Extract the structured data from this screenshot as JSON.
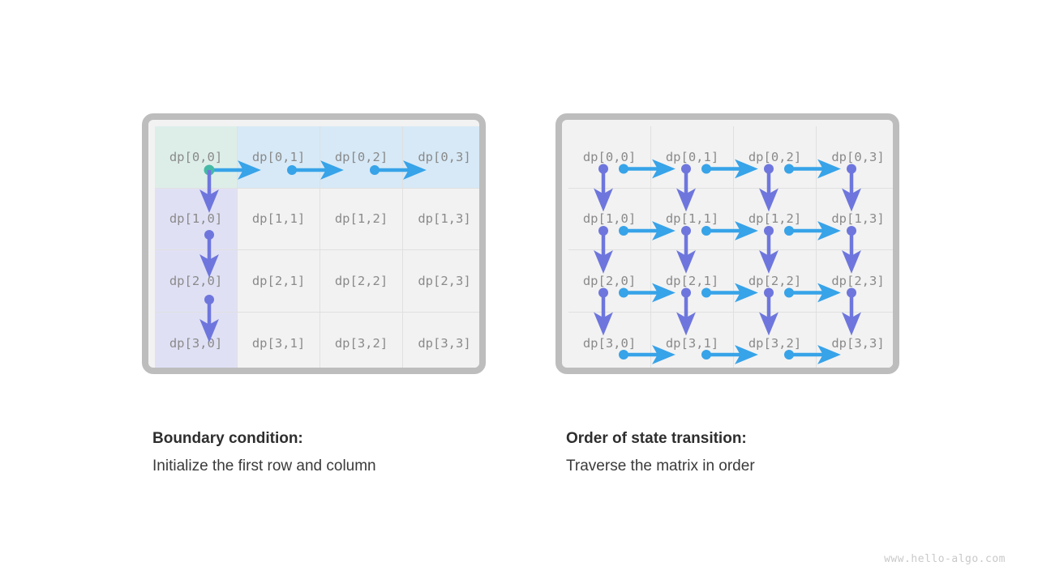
{
  "page": {
    "background": "#ffffff",
    "watermark": "www.hello-algo.com"
  },
  "colors": {
    "frame": "#bdbdbd",
    "cell_bg": "#f2f2f2",
    "cell_divider": "#e0e0e0",
    "cell_text": "#8a8a8a",
    "tint_origin": "#ddeee9",
    "tint_first_row": "#d7e9f7",
    "tint_first_col": "#e0e0f5",
    "arrow_horizontal": "#37a3e8",
    "arrow_vertical": "#6e76dd",
    "dot_origin": "#45b9a6",
    "caption_title": "#2e2e2e",
    "caption_body": "#3a3a3a",
    "watermark": "#c9c9c9"
  },
  "panels": [
    {
      "id": "boundary-condition",
      "grid": {
        "rows": 4,
        "cols": 4,
        "cells": [
          [
            {
              "label": "dp[0,0]",
              "tint": "origin"
            },
            {
              "label": "dp[0,1]",
              "tint": "row"
            },
            {
              "label": "dp[0,2]",
              "tint": "row"
            },
            {
              "label": "dp[0,3]",
              "tint": "row"
            }
          ],
          [
            {
              "label": "dp[1,0]",
              "tint": "col"
            },
            {
              "label": "dp[1,1]",
              "tint": "none"
            },
            {
              "label": "dp[1,2]",
              "tint": "none"
            },
            {
              "label": "dp[1,3]",
              "tint": "none"
            }
          ],
          [
            {
              "label": "dp[2,0]",
              "tint": "col"
            },
            {
              "label": "dp[2,1]",
              "tint": "none"
            },
            {
              "label": "dp[2,2]",
              "tint": "none"
            },
            {
              "label": "dp[2,3]",
              "tint": "none"
            }
          ],
          [
            {
              "label": "dp[3,0]",
              "tint": "col"
            },
            {
              "label": "dp[3,1]",
              "tint": "none"
            },
            {
              "label": "dp[3,2]",
              "tint": "none"
            },
            {
              "label": "dp[3,3]",
              "tint": "none"
            }
          ]
        ]
      },
      "caption": {
        "title": "Boundary condition:",
        "body": "Initialize the first row and column"
      }
    },
    {
      "id": "state-transition-order",
      "grid": {
        "rows": 4,
        "cols": 4,
        "cells": [
          [
            {
              "label": "dp[0,0]",
              "tint": "none"
            },
            {
              "label": "dp[0,1]",
              "tint": "none"
            },
            {
              "label": "dp[0,2]",
              "tint": "none"
            },
            {
              "label": "dp[0,3]",
              "tint": "none"
            }
          ],
          [
            {
              "label": "dp[1,0]",
              "tint": "none"
            },
            {
              "label": "dp[1,1]",
              "tint": "none"
            },
            {
              "label": "dp[1,2]",
              "tint": "none"
            },
            {
              "label": "dp[1,3]",
              "tint": "none"
            }
          ],
          [
            {
              "label": "dp[2,0]",
              "tint": "none"
            },
            {
              "label": "dp[2,1]",
              "tint": "none"
            },
            {
              "label": "dp[2,2]",
              "tint": "none"
            },
            {
              "label": "dp[2,3]",
              "tint": "none"
            }
          ],
          [
            {
              "label": "dp[3,0]",
              "tint": "none"
            },
            {
              "label": "dp[3,1]",
              "tint": "none"
            },
            {
              "label": "dp[3,2]",
              "tint": "none"
            },
            {
              "label": "dp[3,3]",
              "tint": "none"
            }
          ]
        ]
      },
      "caption": {
        "title": "Order of state transition:",
        "body": "Traverse the matrix in order"
      }
    }
  ],
  "arrows": {
    "left_panel": {
      "horizontal": [
        {
          "from_col": 0,
          "to_col": 1,
          "row": 0,
          "dot": "origin"
        },
        {
          "from_col": 1,
          "to_col": 2,
          "row": 0,
          "dot": "horizontal"
        },
        {
          "from_col": 2,
          "to_col": 3,
          "row": 0,
          "dot": "horizontal"
        }
      ],
      "vertical": [
        {
          "col": 0,
          "from_row": 0,
          "to_row": 1
        },
        {
          "col": 0,
          "from_row": 1,
          "to_row": 2
        },
        {
          "col": 0,
          "from_row": 2,
          "to_row": 3
        }
      ]
    },
    "right_panel": {
      "horizontal_rows": [
        0,
        1,
        2,
        3
      ],
      "horizontal_cols": [
        0,
        1,
        2
      ],
      "vertical_cols": [
        0,
        1,
        2,
        3
      ],
      "vertical_rows": [
        0,
        1,
        2
      ]
    }
  }
}
